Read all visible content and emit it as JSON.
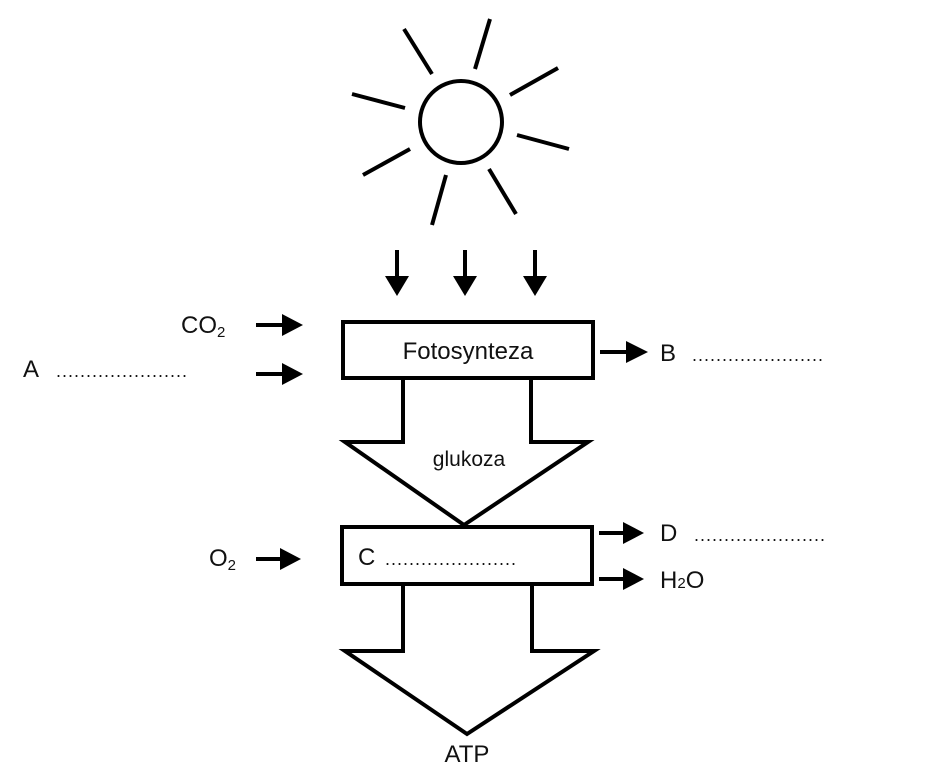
{
  "diagram": {
    "process_top": "Fotosynteza",
    "flow_label": "glukoza",
    "process_bottom_label": "C",
    "product_final": "ATP",
    "inputs_top": [
      {
        "label": "CO",
        "subscript": "2"
      },
      {
        "label": "A",
        "blank": "......................"
      }
    ],
    "outputs_top": [
      {
        "label": "B",
        "blank": "......................"
      }
    ],
    "inputs_bottom": [
      {
        "label": "O",
        "subscript": "2"
      }
    ],
    "outputs_bottom": [
      {
        "label": "D",
        "blank": "......................"
      },
      {
        "label": "H",
        "subscript": "2",
        "suffix": "O"
      }
    ],
    "process_bottom_blank": "......................",
    "sun_icon": "sun-icon"
  }
}
